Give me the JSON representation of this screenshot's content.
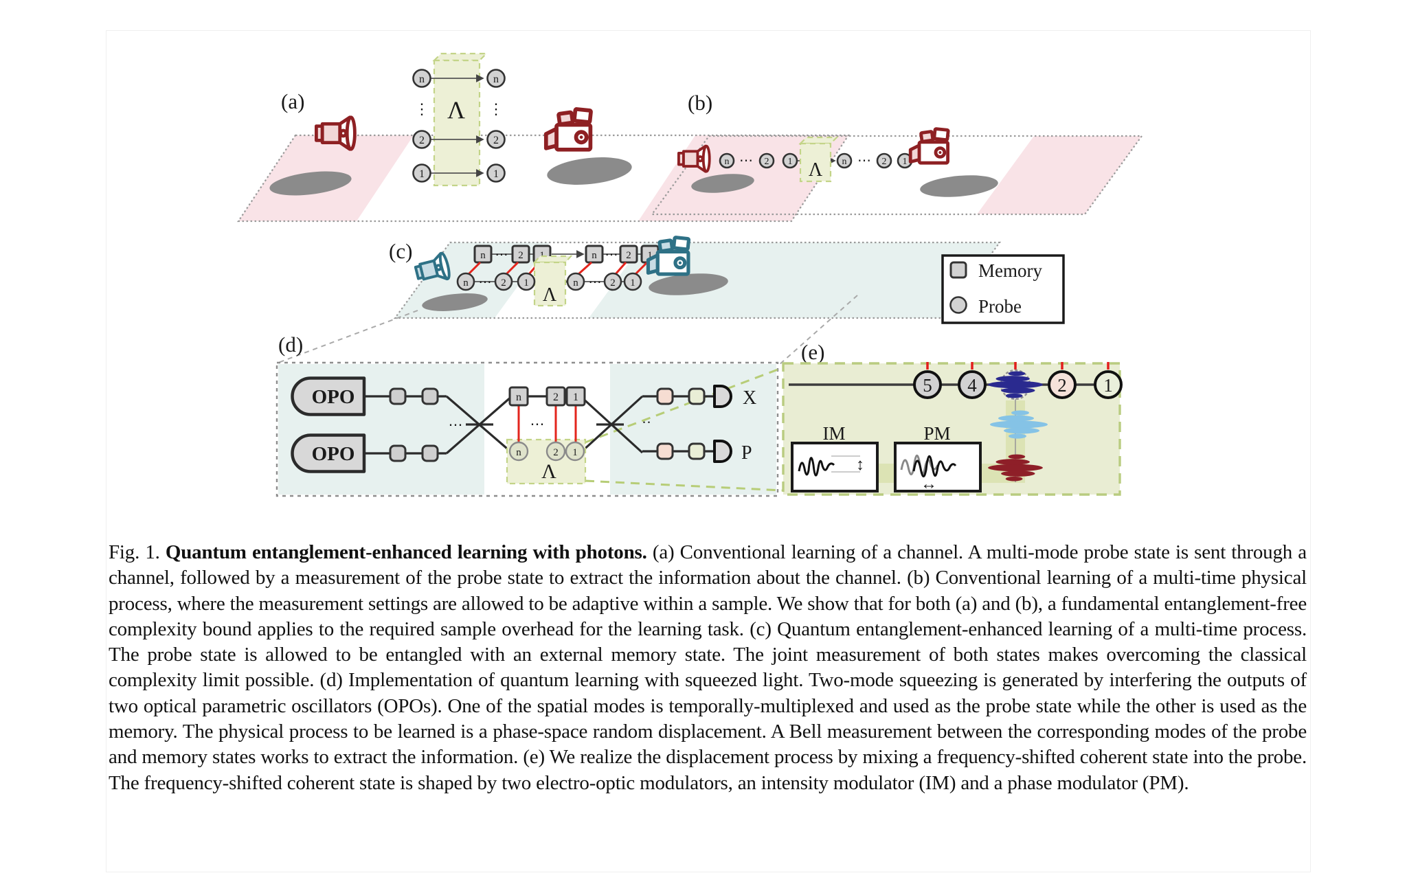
{
  "glyphs": {
    "n": "n",
    "two": "2",
    "one": "1",
    "five": "5",
    "four": "4",
    "lambda": "Λ",
    "hdots": "⋯",
    "vdots": "⋮",
    "ddots": "··",
    "updown_arrow": "↕",
    "leftright_arrow": "↔"
  },
  "panels": {
    "a": {
      "label": "(a)"
    },
    "b": {
      "label": "(b)"
    },
    "c": {
      "label": "(c)"
    },
    "d": {
      "label": "(d)",
      "opo": "OPO",
      "detector_x": "X",
      "detector_p": "P"
    },
    "e": {
      "label": "(e)",
      "im": "IM",
      "pm": "PM"
    }
  },
  "legend": {
    "memory": "Memory",
    "probe": "Probe"
  },
  "caption": {
    "fig_label": "Fig. 1.",
    "title": "Quantum entanglement-enhanced learning with photons.",
    "body": "(a) Conventional learning of a channel. A multi-mode probe state is sent through a channel, followed by a measurement of the probe state to extract the information about the channel. (b) Conventional learning of a multi-time physical process, where the measurement settings are allowed to be adaptive within a sample. We show that for both (a) and (b), a fundamental entanglement-free complexity bound applies to the required sample overhead for the learning task. (c) Quantum entanglement-enhanced learning of a multi-time process. The probe state is allowed to be entangled with an external memory state. The joint measurement of both states makes overcoming the classical complexity limit possible. (d) Implementation of quantum learning with squeezed light. Two-mode squeezing is generated by interfering the outputs of two optical parametric oscillators (OPOs). One of the spatial modes is temporally-multiplexed and used as the probe state while the other is used as the memory. The physical process to be learned is a phase-space random displacement. A Bell measurement between the corresponding modes of the probe and memory states works to extract the information. (e) We realize the displacement process by mixing a frequency-shifted coherent state into the probe. The frequency-shifted coherent state is shaped by two electro-optic modulators, an intensity modulator (IM) and a phase modulator (PM)."
  },
  "colors": {
    "dark_red_icon": "#8e2023",
    "teal_icon": "#2e7186",
    "pink_plane": "#f9e3e7",
    "cyan_plane": "#e7f1ef",
    "channel_green": "#edf0d6",
    "channel_border": "#c3d488",
    "entangle_red": "#e3251d",
    "probe_gray": "#d2d2d2",
    "tint_n": "#f1dfda",
    "tint_2": "#f6e3d3",
    "tint_1": "#e9eed9",
    "navy_wave": "#2a2a8f",
    "light_blue_wave": "#85c3e6",
    "dark_red_wave": "#8e1f28",
    "olive_panel": "#e9edd3",
    "shadow_gray": "#8b8b8b"
  }
}
